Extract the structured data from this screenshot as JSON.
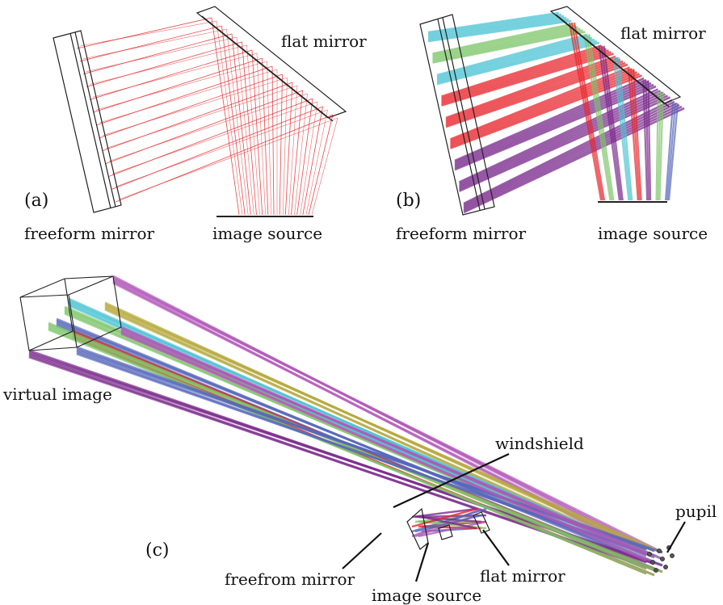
{
  "panels": [
    {
      "id": "a",
      "panel_label": "(a)",
      "labels": {
        "flat_mirror": "flat mirror",
        "freeform_mirror": "freeform mirror",
        "image_source": "image source"
      }
    },
    {
      "id": "b",
      "panel_label": "(b)",
      "labels": {
        "flat_mirror": "flat mirror",
        "freeform_mirror": "freeform mirror",
        "image_source": "image source"
      }
    },
    {
      "id": "c",
      "panel_label": "(c)",
      "labels": {
        "virtual_image": "virtual image",
        "windshield": "windshield",
        "freeform_mirror": "freefrom mirror",
        "image_source": "image source",
        "flat_mirror": "flat mirror",
        "pupil": "pupil"
      }
    }
  ],
  "colors": {
    "ray_red": "#e8262c",
    "ray_cyan": "#4cc3d4",
    "ray_green": "#7ec66a",
    "ray_purple": "#7a2a8c",
    "ray_blue": "#5566bb",
    "ray_magenta": "#b056b8",
    "ray_olive": "#b5a83a",
    "outline": "#222222"
  }
}
